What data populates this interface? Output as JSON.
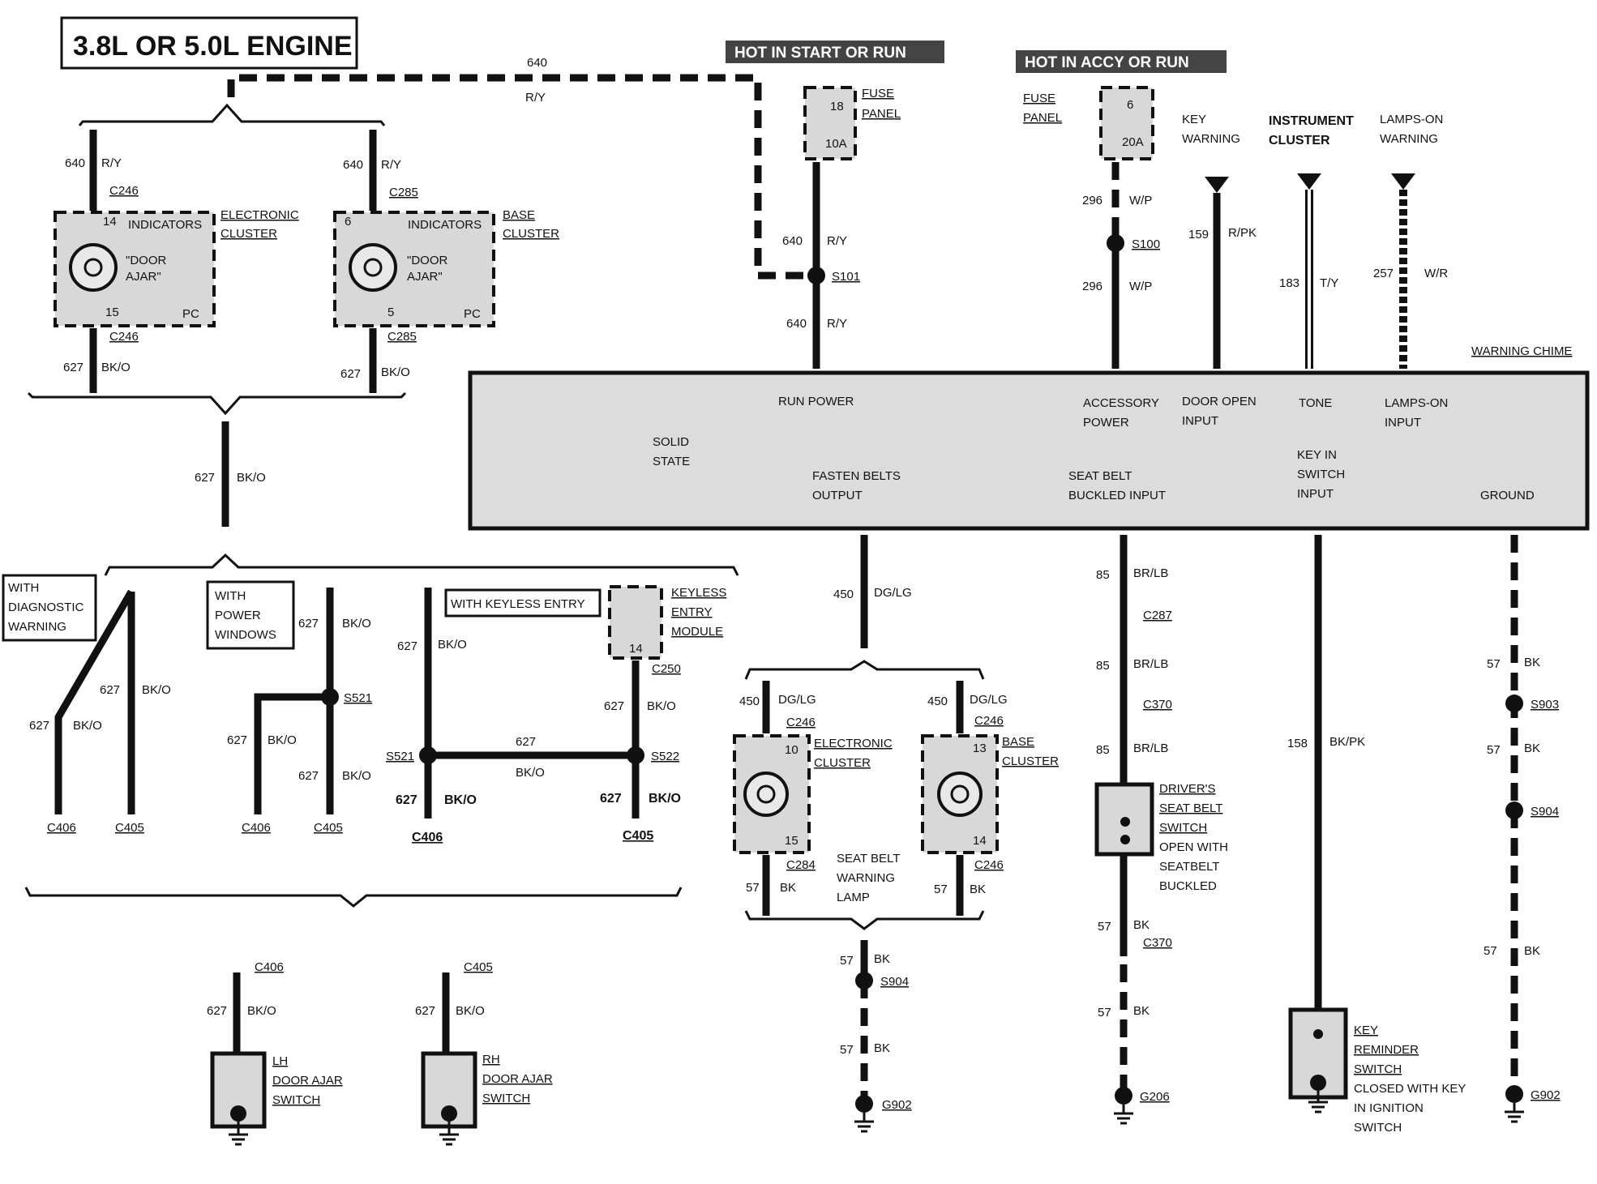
{
  "title": "3.8L OR 5.0L ENGINE",
  "hot_start_run": "HOT IN START OR RUN",
  "hot_accy_run": "HOT IN ACCY OR RUN",
  "fuse1": {
    "title1": "FUSE",
    "title2": "PANEL",
    "num": "18",
    "amp": "10A"
  },
  "fuse2": {
    "title1": "FUSE",
    "title2": "PANEL",
    "num": "6",
    "amp": "20A"
  },
  "chime": {
    "name": "WARNING CHIME",
    "solid1": "SOLID",
    "solid2": "STATE",
    "run_power": "RUN POWER",
    "acc1": "ACCESSORY",
    "acc2": "POWER",
    "door1": "DOOR OPEN",
    "door2": "INPUT",
    "tone": "TONE",
    "lamps1": "LAMPS-ON",
    "lamps2": "INPUT",
    "fasten1": "FASTEN BELTS",
    "fasten2": "OUTPUT",
    "seat1": "SEAT BELT",
    "seat2": "BUCKLED INPUT",
    "key1": "KEY IN",
    "key2": "SWITCH",
    "key3": "INPUT",
    "ground": "GROUND"
  },
  "top_inputs": {
    "key_warning1": "KEY",
    "key_warning2": "WARNING",
    "inst1": "INSTRUMENT",
    "inst2": "CLUSTER",
    "lampson1": "LAMPS-ON",
    "lampson2": "WARNING"
  },
  "circuits": {
    "c640": "640",
    "c_ry": "R/Y",
    "c627": "627",
    "c_bko": "BK/O",
    "c296": "296",
    "c_wp": "W/P",
    "c159": "159",
    "c_rpk": "R/PK",
    "c183": "183",
    "c_ty": "T/Y",
    "c257": "257",
    "c_wr": "W/R",
    "c450": "450",
    "c_dglg": "DG/LG",
    "c85": "85",
    "c_brlb": "BR/LB",
    "c158": "158",
    "c_bkpk": "BK/PK",
    "c57": "57",
    "c_bk": "BK"
  },
  "connectors": {
    "c246": "C246",
    "c285": "C285",
    "c250": "C250",
    "c287": "C287",
    "c370": "C370",
    "c284": "C284",
    "c406": "C406",
    "c405": "C405"
  },
  "splices": {
    "s101": "S101",
    "s100": "S100",
    "s521": "S521",
    "s522": "S522",
    "s903": "S903",
    "s904": "S904"
  },
  "grounds": {
    "g902": "G902",
    "g206": "G206"
  },
  "door_ajar": {
    "indicators": "INDICATORS",
    "door": "\"DOOR",
    "ajar": "AJAR\"",
    "pc": "PC",
    "pin14": "14",
    "pin15": "15",
    "pin6": "6",
    "pin5": "5"
  },
  "electronic_cluster": {
    "l1": "ELECTRONIC",
    "l2": "CLUSTER"
  },
  "base_cluster": {
    "l1": "BASE",
    "l2": "CLUSTER"
  },
  "options": {
    "diag1": "WITH",
    "diag2": "DIAGNOSTIC",
    "diag3": "WARNING",
    "pw1": "WITH",
    "pw2": "POWER",
    "pw3": "WINDOWS",
    "keyless": "WITH KEYLESS ENTRY",
    "kem1": "KEYLESS",
    "kem2": "ENTRY",
    "kem3": "MODULE",
    "kem_pin": "14"
  },
  "seatbelt_lamp": {
    "l1": "SEAT BELT",
    "l2": "WARNING",
    "l3": "LAMP",
    "pin10": "10",
    "pin15": "15",
    "pin13": "13",
    "pin14": "14"
  },
  "driver_switch": {
    "l1": "DRIVER'S",
    "l2": "SEAT BELT",
    "l3": "SWITCH",
    "l4": "OPEN WITH",
    "l5": "SEATBELT",
    "l6": "BUCKLED"
  },
  "key_reminder": {
    "l1": "KEY",
    "l2": "REMINDER",
    "l3": "SWITCH",
    "l4": "CLOSED WITH KEY",
    "l5": "IN IGNITION",
    "l6": "SWITCH"
  },
  "lh_switch": {
    "l1": "LH",
    "l2": "DOOR AJAR",
    "l3": "SWITCH"
  },
  "rh_switch": {
    "l1": "RH",
    "l2": "DOOR AJAR",
    "l3": "SWITCH"
  }
}
